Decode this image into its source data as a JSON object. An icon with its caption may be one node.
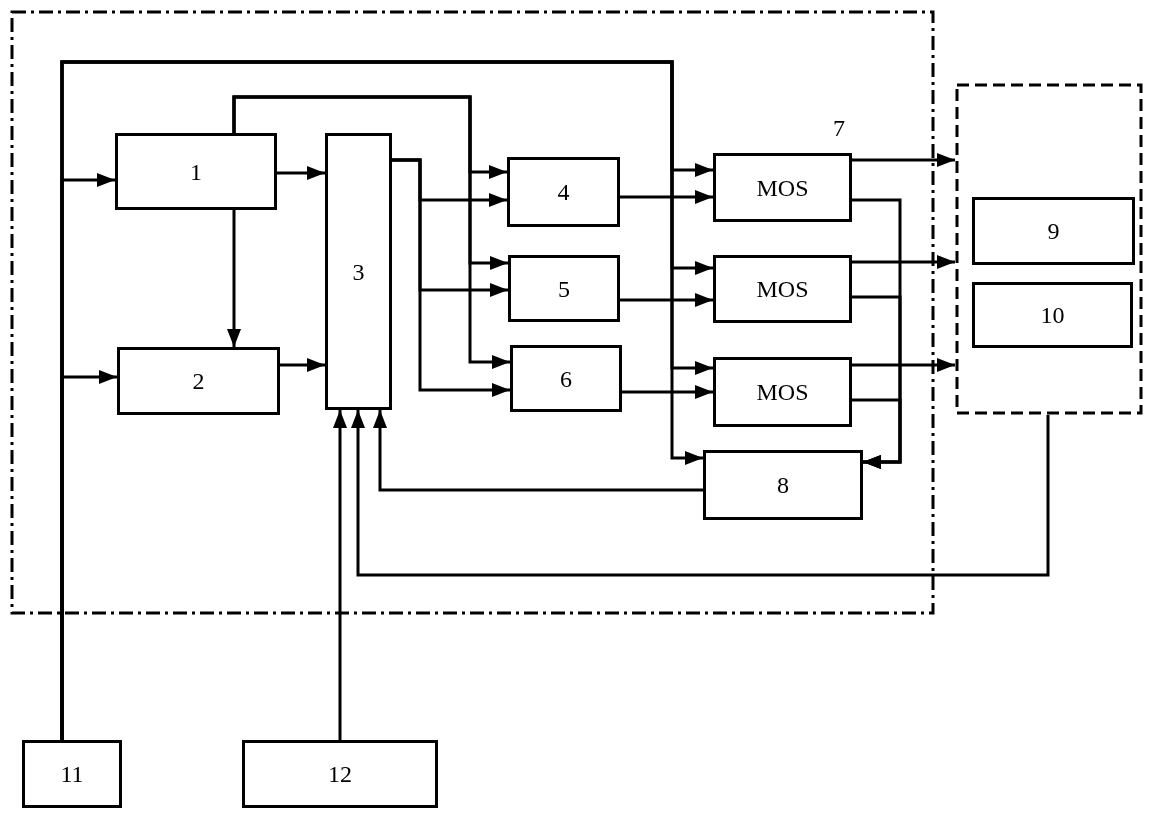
{
  "diagram": {
    "nodes": [
      {
        "text": [],
        "shape": "box"
      },
      {
        "text": [
          "1"
        ],
        "in": 0
      },
      {
        "text": [
          "2"
        ],
        "in": 0
      },
      {
        "text": [
          "3"
        ],
        "in": 0
      },
      {
        "text": [
          "4"
        ],
        "in": 0
      },
      {
        "text": [
          "5"
        ],
        "in": 0
      },
      {
        "text": [
          "6"
        ],
        "in": 0
      },
      {
        "text": [
          "MOS"
        ],
        "in": 0,
        "beside": [
          "7"
        ]
      },
      {
        "text": [
          "MOS"
        ],
        "in": 0
      },
      {
        "text": [
          "MOS"
        ],
        "in": 0
      },
      {
        "text": [
          "8"
        ],
        "in": 0
      },
      {
        "text": [],
        "shape": "box"
      },
      {
        "text": [
          "9"
        ],
        "in": 11
      },
      {
        "text": [
          "10"
        ],
        "in": 11
      },
      {
        "text": [
          "11"
        ]
      },
      {
        "text": [
          "12"
        ]
      }
    ],
    "edges": [
      {
        "from": 14,
        "to": 1,
        "arrow": "to"
      },
      {
        "from": 14,
        "to": 2,
        "arrow": "to"
      },
      {
        "from": 14,
        "to": 7,
        "arrow": "to"
      },
      {
        "from": 14,
        "to": 8,
        "arrow": "to"
      },
      {
        "from": 14,
        "to": 9,
        "arrow": "to"
      },
      {
        "from": 14,
        "to": 10,
        "arrow": "to"
      },
      {
        "from": 1,
        "to": 2,
        "arrow": "to"
      },
      {
        "from": 1,
        "to": 3,
        "arrow": "to"
      },
      {
        "from": 2,
        "to": 3,
        "arrow": "to"
      },
      {
        "from": 1,
        "to": 4,
        "arrow": "to"
      },
      {
        "from": 1,
        "to": 5,
        "arrow": "to"
      },
      {
        "from": 1,
        "to": 6,
        "arrow": "to"
      },
      {
        "from": 3,
        "to": 4,
        "arrow": "to"
      },
      {
        "from": 3,
        "to": 5,
        "arrow": "to"
      },
      {
        "from": 3,
        "to": 6,
        "arrow": "to"
      },
      {
        "from": 4,
        "to": 7,
        "arrow": "to"
      },
      {
        "from": 5,
        "to": 8,
        "arrow": "to"
      },
      {
        "from": 6,
        "to": 9,
        "arrow": "to"
      },
      {
        "from": 7,
        "to": 11,
        "arrow": "to"
      },
      {
        "from": 8,
        "to": 11,
        "arrow": "to"
      },
      {
        "from": 9,
        "to": 11,
        "arrow": "to"
      },
      {
        "from": 7,
        "to": 10,
        "arrow": "to"
      },
      {
        "from": 8,
        "to": 10,
        "arrow": "to"
      },
      {
        "from": 9,
        "to": 10,
        "arrow": "to"
      },
      {
        "from": 10,
        "to": 3,
        "arrow": "to"
      },
      {
        "from": 11,
        "to": 3,
        "arrow": "to"
      },
      {
        "from": 15,
        "to": 3,
        "arrow": "to"
      }
    ]
  }
}
